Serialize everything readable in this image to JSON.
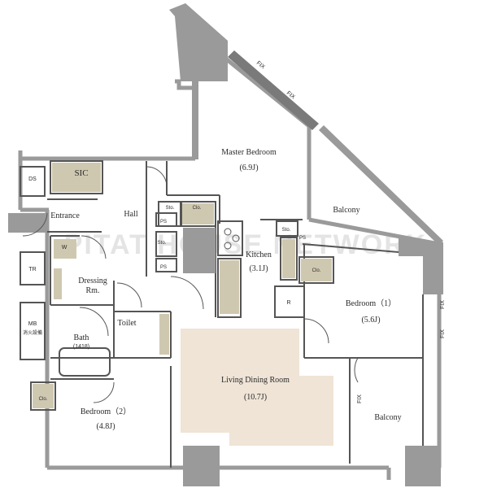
{
  "watermark": "PITAT HOUSE NETWORK",
  "colors": {
    "wall": "#9a9a9a",
    "wall_dark": "#7a7a7a",
    "living_fill": "#efe4d6",
    "storage_fill": "#cfc8b0",
    "line": "#555555"
  },
  "rooms": {
    "master_bedroom": {
      "name": "Master Bedroom",
      "size": "(6.9J)"
    },
    "sic": "SIC",
    "entrance": "Entrance",
    "hall": "Hall",
    "ds": "DS",
    "tr": "TR",
    "mb": "MB",
    "mb_sub": "消火設備",
    "w": "W",
    "dressing": {
      "name": "Dressing",
      "sub": "Rm."
    },
    "bath": {
      "name": "Bath",
      "sub": "(1418)"
    },
    "toilet": "Toilet",
    "kitchen": {
      "name": "Kitchen",
      "size": "(3.1J)"
    },
    "ldr": {
      "name": "Living Dining Room",
      "size": "(10.7J)"
    },
    "bedroom1": {
      "name": "Bedroom（1）",
      "size": "(5.6J)"
    },
    "bedroom2": {
      "name": "Bedroom（2）",
      "size": "(4.8J)"
    },
    "balcony_top": "Balcony",
    "balcony_bottom": "Balcony"
  },
  "labels": {
    "sto": "Sto.",
    "clo": "Clo.",
    "ps": "PS",
    "r": "R",
    "fix": "FIX"
  }
}
